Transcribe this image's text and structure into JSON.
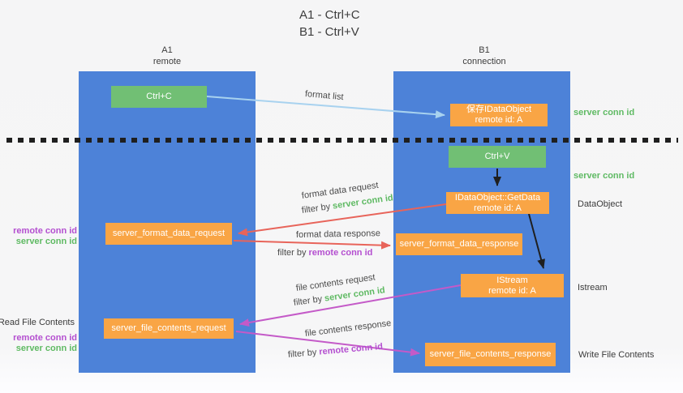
{
  "title": {
    "line1": "A1 - Ctrl+C",
    "line2": "B1 - Ctrl+V"
  },
  "columns": {
    "left": {
      "name": "A1",
      "subtitle": "remote"
    },
    "right": {
      "name": "B1",
      "subtitle": "connection"
    }
  },
  "nodes": {
    "ctrl_c": {
      "label": "Ctrl+C"
    },
    "ctrl_v": {
      "label": "Ctrl+V"
    },
    "save_idataobject": {
      "line1": "保存IDataObject",
      "line2": "remote id: A"
    },
    "idataobject_getdata": {
      "line1": "IDataObject::GetData",
      "line2": "remote id: A"
    },
    "istream": {
      "line1": "IStream",
      "line2": "remote id: A"
    },
    "server_format_data_request": {
      "label": "server_format_data_request"
    },
    "server_format_data_response": {
      "label": "server_format_data_response"
    },
    "server_file_contents_request": {
      "label": "server_file_contents_request"
    },
    "server_file_contents_response": {
      "label": "server_file_contents_response"
    }
  },
  "annotations": {
    "server_conn_id_right_top": "server conn id",
    "server_conn_id_right_mid": "server conn id",
    "dataobject": "DataObject",
    "istream": "Istream",
    "write_file_contents": "Write File Contents",
    "read_file_contents": "Read File Contents",
    "remote_conn_id_left_top": "remote conn id",
    "server_conn_id_left_top": "server conn id",
    "remote_conn_id_left_bottom": "remote conn id",
    "server_conn_id_left_bottom": "server conn id"
  },
  "arrow_labels": {
    "format_list": "format list",
    "format_data_request": "format data request",
    "format_data_response": "format data response",
    "file_contents_request": "file contents request",
    "file_contents_response": "file contents response",
    "filter_by": "filter by ",
    "server_conn_id": "server conn id",
    "remote_conn_id": "remote conn id"
  },
  "colors": {
    "column_blue": "#4d82d8",
    "node_green": "#71bf74",
    "node_orange": "#f9a545",
    "arrow_blue": "#a8d2ef",
    "arrow_red": "#e8645a",
    "arrow_magenta": "#c45ac8",
    "arrow_black": "#1f1f1f",
    "text_green": "#5fba63",
    "text_purple": "#b44fd0"
  }
}
